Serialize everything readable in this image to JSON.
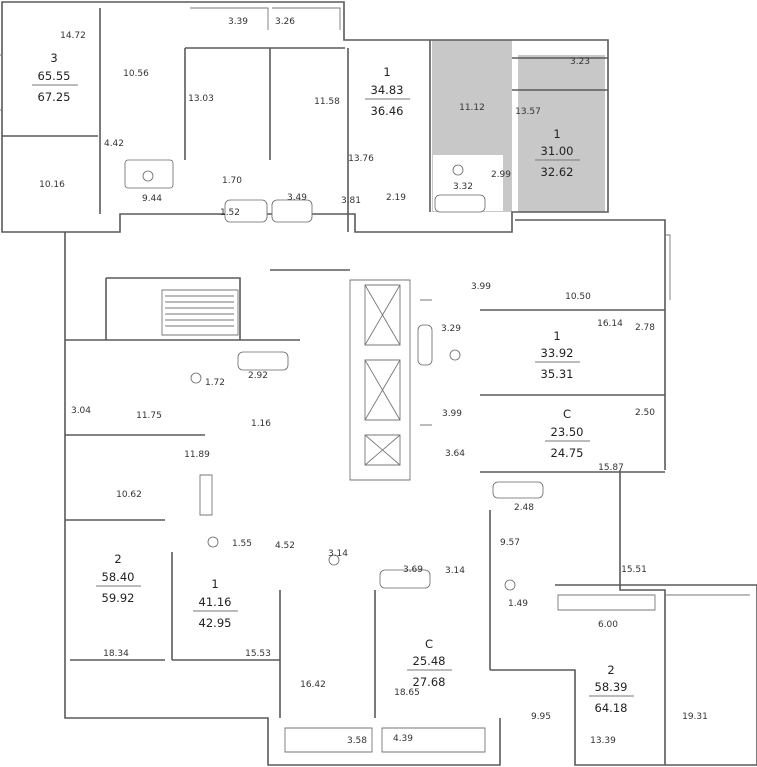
{
  "colors": {
    "wall": "#5a5a5a",
    "highlight": "#c8c8c8",
    "background": "#ffffff",
    "text": "#333333"
  },
  "apartments": [
    {
      "id": "apt-a",
      "rooms": "3",
      "living": "65.55",
      "total": "67.25"
    },
    {
      "id": "apt-b",
      "rooms": "1",
      "living": "34.83",
      "total": "36.46"
    },
    {
      "id": "apt-c",
      "rooms": "1",
      "living": "31.00",
      "total": "32.62"
    },
    {
      "id": "apt-d",
      "rooms": "1",
      "living": "33.92",
      "total": "35.31"
    },
    {
      "id": "apt-e",
      "rooms": "С",
      "living": "23.50",
      "total": "24.75"
    },
    {
      "id": "apt-f",
      "rooms": "2",
      "living": "58.40",
      "total": "59.92"
    },
    {
      "id": "apt-g",
      "rooms": "1",
      "living": "41.16",
      "total": "42.95"
    },
    {
      "id": "apt-h",
      "rooms": "С",
      "living": "25.48",
      "total": "27.68"
    },
    {
      "id": "apt-i",
      "rooms": "2",
      "living": "58.39",
      "total": "64.18"
    }
  ],
  "rooms": {
    "r_14_72": "14.72",
    "r_10_56": "10.56",
    "r_3_39": "3.39",
    "r_3_26": "3.26",
    "r_3_23": "3.23",
    "r_13_03": "13.03",
    "r_11_58": "11.58",
    "r_11_12": "11.12",
    "r_13_57": "13.57",
    "r_4_42": "4.42",
    "r_13_76": "13.76",
    "r_10_16": "10.16",
    "r_9_44": "9.44",
    "r_1_70": "1.70",
    "r_3_49": "3.49",
    "r_1_52": "1.52",
    "r_3_81": "3.81",
    "r_2_19": "2.19",
    "r_3_32": "3.32",
    "r_2_99": "2.99",
    "r_3_99a": "3.99",
    "r_10_50": "10.50",
    "r_3_29": "3.29",
    "r_16_14": "16.14",
    "r_2_78": "2.78",
    "r_1_72": "1.72",
    "r_2_92": "2.92",
    "r_3_04": "3.04",
    "r_11_75": "11.75",
    "r_1_16": "1.16",
    "r_3_99b": "3.99",
    "r_2_50": "2.50",
    "r_3_64": "3.64",
    "r_15_87": "15.87",
    "r_11_89": "11.89",
    "r_10_62": "10.62",
    "r_2_48": "2.48",
    "r_1_55": "1.55",
    "r_4_52": "4.52",
    "r_3_14a": "3.14",
    "r_9_57": "9.57",
    "r_3_69": "3.69",
    "r_3_14b": "3.14",
    "r_15_51": "15.51",
    "r_1_49": "1.49",
    "r_6_00": "6.00",
    "r_18_34": "18.34",
    "r_15_53": "15.53",
    "r_16_42": "16.42",
    "r_18_65": "18.65",
    "r_9_95": "9.95",
    "r_19_31": "19.31",
    "r_3_58": "3.58",
    "r_4_39": "4.39",
    "r_13_39": "13.39"
  }
}
